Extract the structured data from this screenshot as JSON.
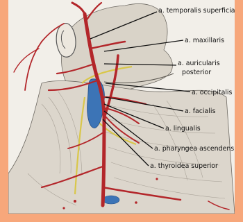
{
  "figure": {
    "subject": "neck-head-arteries",
    "colors": {
      "frame": "#f7a77b",
      "paper": "#f2efe9",
      "artery": "#b3262a",
      "vein": "#3c74b6",
      "nerve": "#d9c74a",
      "ink": "#111111"
    }
  },
  "labels": [
    {
      "id": "temporalis",
      "text": "a. temporalis superficialis"
    },
    {
      "id": "maxillaris",
      "text": "a. maxillaris"
    },
    {
      "id": "auricularis-1",
      "text": "a. auricularis"
    },
    {
      "id": "auricularis-2",
      "text": "posterior"
    },
    {
      "id": "occipitalis",
      "text": "a. occipitalis"
    },
    {
      "id": "facialis",
      "text": "a. facialis"
    },
    {
      "id": "lingualis",
      "text": "a. lingualis"
    },
    {
      "id": "pharyngea",
      "text": "a. pharyngea ascendens"
    },
    {
      "id": "thyroidea",
      "text": "a. thyroidea superior"
    }
  ]
}
